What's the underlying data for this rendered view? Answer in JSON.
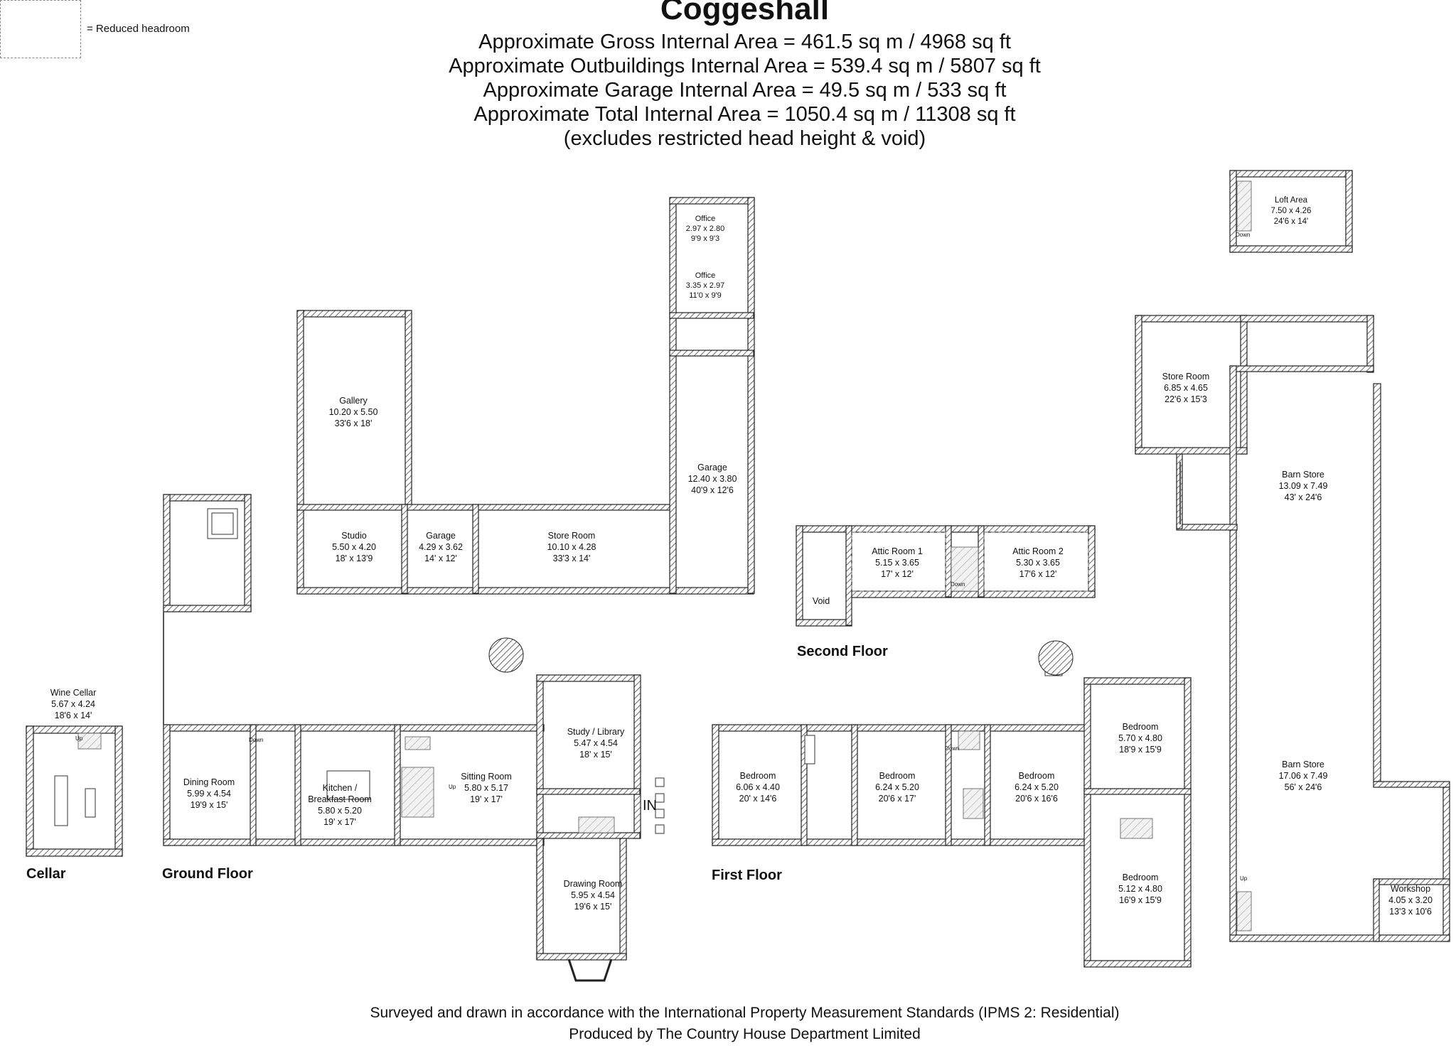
{
  "header": {
    "title": "Coggeshall",
    "lines": [
      "Approximate Gross Internal Area = 461.5 sq m / 4968 sq ft",
      "Approximate Outbuildings Internal Area = 539.4 sq m / 5807 sq ft",
      "Approximate Garage Internal Area = 49.5 sq m / 533 sq ft",
      "Approximate Total Internal Area = 1050.4 sq m / 11308 sq ft",
      "(excludes restricted head height & void)"
    ]
  },
  "legend": {
    "label": "= Reduced headroom"
  },
  "floors": {
    "cellar": "Cellar",
    "ground": "Ground Floor",
    "first": "First Floor",
    "second": "Second Floor"
  },
  "rooms": {
    "wine_cellar": [
      "Wine Cellar",
      "5.67 x 4.24",
      "18'6 x 14'"
    ],
    "dining_room": [
      "Dining Room",
      "5.99 x 4.54",
      "19'9 x 15'"
    ],
    "kitchen": [
      "Kitchen /",
      "Breakfast Room",
      "5.80 x 5.20",
      "19' x 17'"
    ],
    "sitting_room": [
      "Sitting Room",
      "5.80 x 5.17",
      "19' x 17'"
    ],
    "study": [
      "Study / Library",
      "5.47 x 4.54",
      "18' x 15'"
    ],
    "drawing_room": [
      "Drawing Room",
      "5.95 x 4.54",
      "19'6 x 15'"
    ],
    "gallery": [
      "Gallery",
      "10.20 x 5.50",
      "33'6 x 18'"
    ],
    "studio": [
      "Studio",
      "5.50 x 4.20",
      "18' x 13'9"
    ],
    "garage_small": [
      "Garage",
      "4.29 x 3.62",
      "14' x 12'"
    ],
    "store_room_out": [
      "Store Room",
      "10.10 x 4.28",
      "33'3 x 14'"
    ],
    "office_1": [
      "Office",
      "2.97 x 2.80",
      "9'9 x 9'3"
    ],
    "office_2": [
      "Office",
      "3.35 x 2.97",
      "11'0 x 9'9"
    ],
    "garage_long": [
      "Garage",
      "12.40 x 3.80",
      "40'9 x 12'6"
    ],
    "bedroom_1": [
      "Bedroom",
      "6.06 x 4.40",
      "20' x 14'6"
    ],
    "bedroom_2": [
      "Bedroom",
      "6.24 x 5.20",
      "20'6 x 17'"
    ],
    "bedroom_3": [
      "Bedroom",
      "6.24 x 5.20",
      "20'6 x 16'6"
    ],
    "bedroom_4": [
      "Bedroom",
      "5.70 x 4.80",
      "18'9 x 15'9"
    ],
    "bedroom_5": [
      "Bedroom",
      "5.12 x 4.80",
      "16'9 x 15'9"
    ],
    "attic_1": [
      "Attic Room 1",
      "5.15 x 3.65",
      "17' x 12'"
    ],
    "attic_2": [
      "Attic Room 2",
      "5.30 x 3.65",
      "17'6 x 12'"
    ],
    "void": [
      "Void"
    ],
    "loft": [
      "Loft Area",
      "7.50 x 4.26",
      "24'6 x 14'"
    ],
    "store_room_barn": [
      "Store Room",
      "6.85 x 4.65",
      "22'6 x 15'3"
    ],
    "barn_store_1": [
      "Barn Store",
      "13.09 x 7.49",
      "43' x 24'6"
    ],
    "barn_store_2": [
      "Barn Store",
      "17.06 x 7.49",
      "56' x 24'6"
    ],
    "workshop": [
      "Workshop",
      "4.05 x 3.20",
      "13'3 x 10'6"
    ]
  },
  "stair_labels": {
    "up": "Up",
    "down": "Down"
  },
  "entrance": "IN",
  "footer": {
    "line1": "Surveyed and drawn in accordance with the International Property Measurement Standards (IPMS 2: Residential)",
    "line2": "Produced by The Country House Department Limited"
  }
}
